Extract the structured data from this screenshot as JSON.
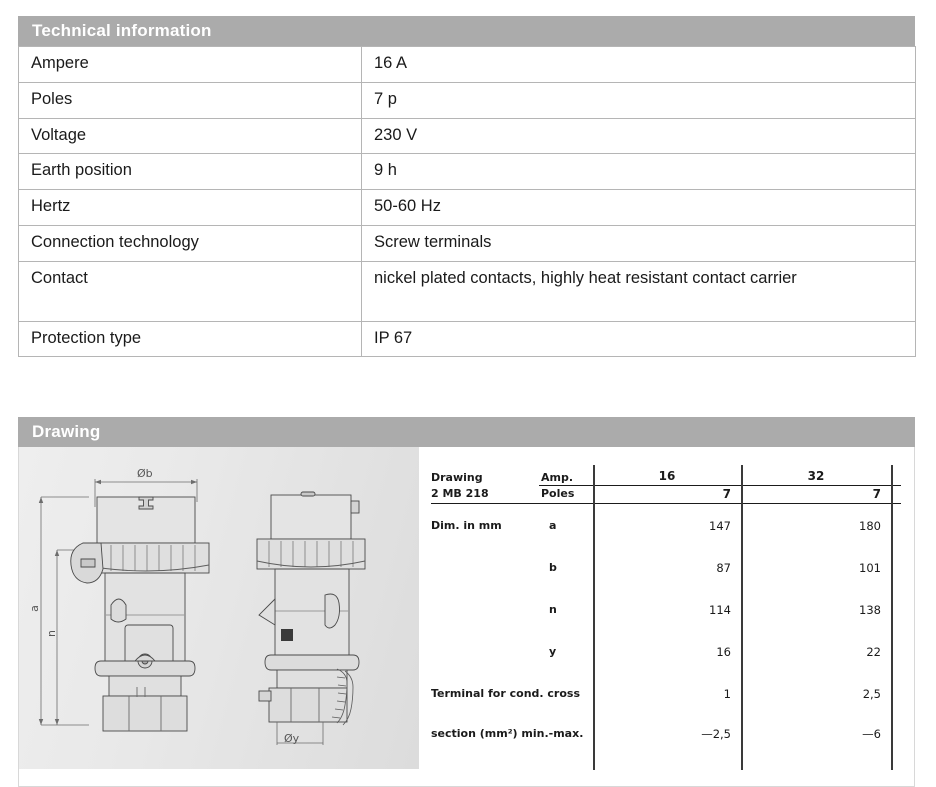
{
  "technical": {
    "header": "Technical information",
    "rows": [
      {
        "key": "Ampere",
        "value": "16 A"
      },
      {
        "key": "Poles",
        "value": "7 p"
      },
      {
        "key": "Voltage",
        "value": "230 V"
      },
      {
        "key": "Earth position",
        "value": "9 h"
      },
      {
        "key": "Hertz",
        "value": "50-60 Hz"
      },
      {
        "key": "Connection technology",
        "value": "Screw terminals"
      },
      {
        "key": "Contact",
        "value": "nickel plated contacts, highly heat resistant contact carrier"
      },
      {
        "key": "Protection type",
        "value": "IP 67"
      }
    ]
  },
  "drawing": {
    "header": "Drawing",
    "annotations": {
      "diameter_b": "Øb",
      "diameter_y": "Øy",
      "dim_a": "a",
      "dim_n": "n"
    },
    "spec_table": {
      "title_line1": "Drawing",
      "title_line2": "2 MB 218",
      "row_label_amp": "Amp.",
      "row_label_poles": "Poles",
      "dim_label": "Dim. in mm",
      "terminal_line1": "Terminal for cond. cross",
      "terminal_line2": "section (mm²) min.-max.",
      "columns": [
        {
          "amp": "16",
          "poles": "7"
        },
        {
          "amp": "32",
          "poles": "7"
        }
      ],
      "dims": [
        {
          "symbol": "a",
          "col1": "147",
          "col2": "180"
        },
        {
          "symbol": "b",
          "col1": "87",
          "col2": "101"
        },
        {
          "symbol": "n",
          "col1": "114",
          "col2": "138"
        },
        {
          "symbol": "y",
          "col1": "16",
          "col2": "22"
        }
      ],
      "terminal": {
        "col1": "1",
        "col2": "2,5"
      },
      "section": {
        "col1": "—2,5",
        "col2": "—6"
      }
    }
  },
  "colors": {
    "header_bar": "#ababab",
    "header_text": "#ffffff",
    "table_border": "#b5b5b5",
    "text": "#1a1a1a",
    "drawing_bg": "#e6e6e6"
  }
}
